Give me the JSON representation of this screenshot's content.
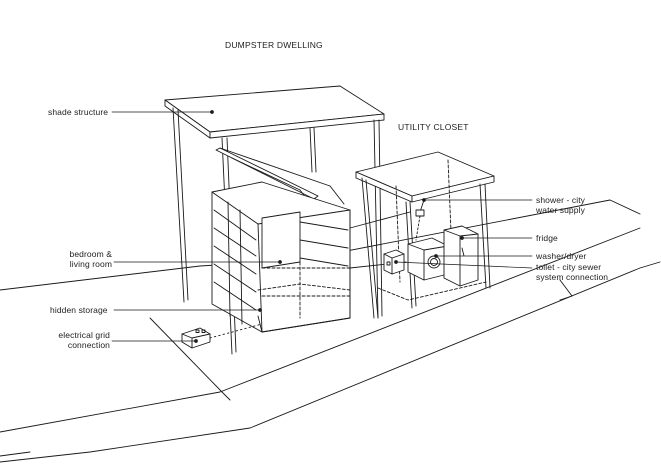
{
  "titles": {
    "dwelling": "DUMPSTER DWELLING",
    "closet": "UTILITY CLOSET"
  },
  "labels": {
    "shade_structure": "shade structure",
    "bedroom_living": "bedroom &\nliving room",
    "hidden_storage": "hidden storage",
    "electrical": "electrical grid\nconnection",
    "shower": "shower - city\nwater supply",
    "fridge": "fridge",
    "washer": "washer/dryer",
    "toilet": "toilet - city sewer\nsystem connection"
  },
  "colors": {
    "line": "#1a1a1a",
    "text": "#222222",
    "background": "#ffffff"
  }
}
